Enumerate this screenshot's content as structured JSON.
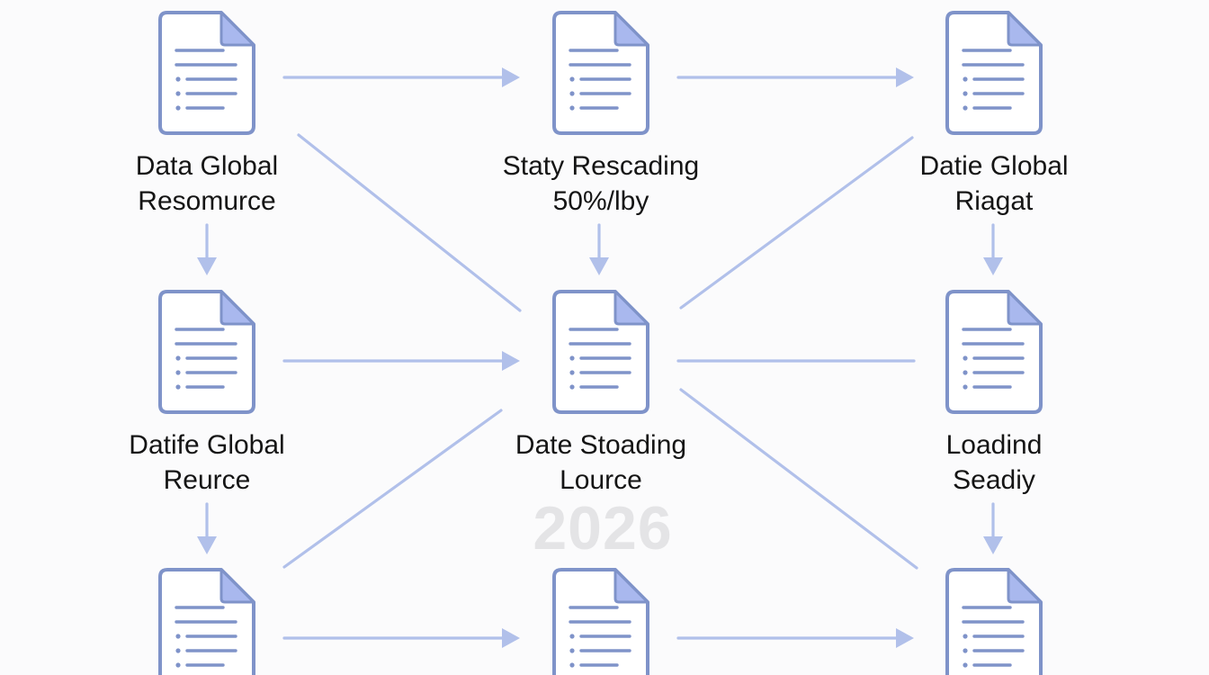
{
  "colors": {
    "icon_outline": "#7f93c9",
    "icon_fold": "#a9b8ee",
    "arrow": "#b1c0ea",
    "label_text": "#151515",
    "watermark": "#e4e4e6"
  },
  "icon": "document-icon",
  "watermark": "2026",
  "nodes": [
    {
      "id": "n1",
      "lines": [
        "Data Global",
        "Resomurce"
      ]
    },
    {
      "id": "n2",
      "lines": [
        "Staty Rescading",
        "50%/lby"
      ]
    },
    {
      "id": "n3",
      "lines": [
        "Datie Global",
        "Riagat"
      ]
    },
    {
      "id": "n4",
      "lines": [
        "Datife Global",
        "Reurce"
      ]
    },
    {
      "id": "n5",
      "lines": [
        "Date Stoading",
        "Lource"
      ]
    },
    {
      "id": "n6",
      "lines": [
        "Loadind",
        "Seadiy"
      ]
    },
    {
      "id": "n7",
      "lines": []
    },
    {
      "id": "n8",
      "lines": []
    },
    {
      "id": "n9",
      "lines": []
    }
  ],
  "edges": [
    {
      "from": "n1",
      "to": "n2",
      "arrowhead": true
    },
    {
      "from": "n2",
      "to": "n3",
      "arrowhead": true
    },
    {
      "from": "n1",
      "to": "n4",
      "arrowhead": true
    },
    {
      "from": "n2",
      "to": "n5",
      "arrowhead": true
    },
    {
      "from": "n3",
      "to": "n6",
      "arrowhead": true
    },
    {
      "from": "n4",
      "to": "n5",
      "arrowhead": true
    },
    {
      "from": "n5",
      "to": "n6",
      "arrowhead": false
    },
    {
      "from": "n4",
      "to": "n7",
      "arrowhead": true
    },
    {
      "from": "n6",
      "to": "n9",
      "arrowhead": true
    },
    {
      "from": "n7",
      "to": "n8",
      "arrowhead": true
    },
    {
      "from": "n8",
      "to": "n9",
      "arrowhead": true
    },
    {
      "from": "n1",
      "to": "n5",
      "arrowhead": false
    },
    {
      "from": "n3",
      "to": "n5",
      "arrowhead": false
    },
    {
      "from": "n7",
      "to": "n5",
      "arrowhead": false
    },
    {
      "from": "n5",
      "to": "n9",
      "arrowhead": false
    }
  ]
}
